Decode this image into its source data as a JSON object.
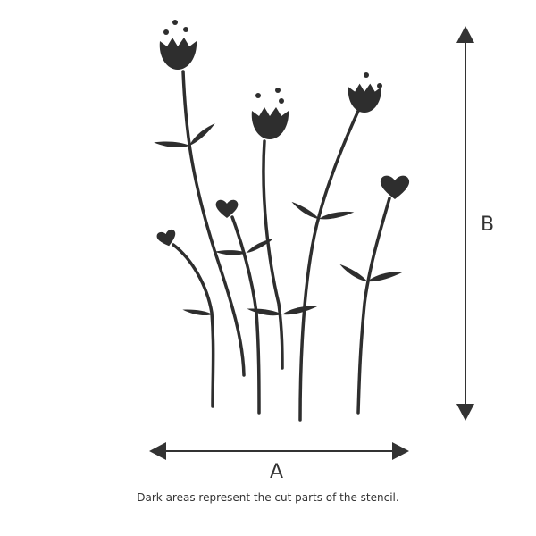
{
  "dimension_labels": {
    "width": "A",
    "height": "B"
  },
  "caption": "Dark areas represent the cut parts of the stencil.",
  "colors": {
    "ink": "#2e2e2e",
    "background": "#ffffff"
  }
}
